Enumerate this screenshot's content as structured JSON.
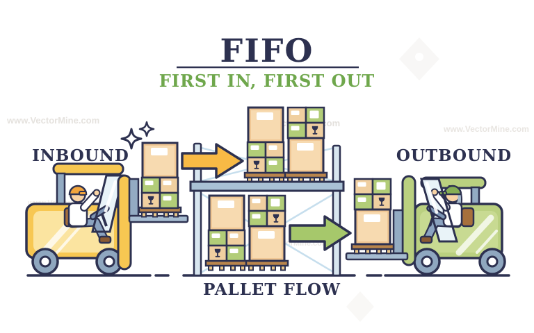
{
  "header": {
    "title": "FIFO",
    "subtitle": "FIRST IN, FIRST OUT"
  },
  "sections": {
    "inbound": "INBOUND",
    "outbound": "OUTBOUND",
    "pallet_flow": "PALLET FLOW"
  },
  "watermark": {
    "text": "www.VectorMine.com"
  },
  "icons": {
    "fragile": "wine-glass-fragile-icon",
    "sparkle": "four-point-star-icon",
    "arrow_in": "right-arrow-orange",
    "arrow_out": "right-arrow-green"
  },
  "palette": {
    "outline_navy": "#2d3150",
    "subtitle_green": "#6fa74c",
    "forklift_yellow": "#f7c752",
    "forklift_green": "#bad080",
    "arrow_orange": "#f8ba45",
    "arrow_green": "#a6c86b",
    "box_tan": "#f0cfa0",
    "box_green": "#b2cd78",
    "pallet_wood": "#b9854c",
    "pallet_leg": "#eac88b",
    "steel_blue": "#93abc3",
    "rack_post": "#d8e6ef",
    "rack_beam": "#a9c1d5",
    "rack_brace": "#c6deed",
    "windshield": "#e9f3f8",
    "skin": "#f8d3a4",
    "hat_orange": "#f2a53d",
    "hat_green": "#86af55",
    "watermark_gray": "#e5e2de"
  }
}
